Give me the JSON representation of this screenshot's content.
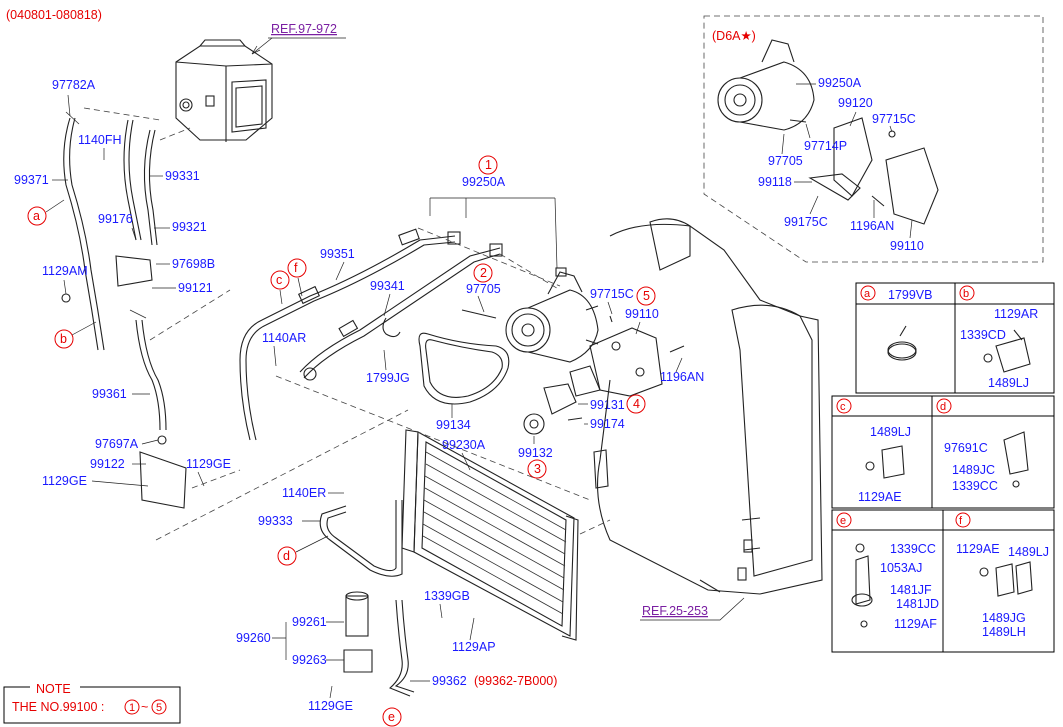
{
  "header": {
    "date_range": "(040801-080818)"
  },
  "refs": {
    "ref_top": "REF.97-972",
    "ref_bottom": "REF.25-253"
  },
  "labels": {
    "l97782A": "97782A",
    "l99371": "99371",
    "l1140FH": "1140FH",
    "l99331": "99331",
    "l99176": "99176",
    "l99321": "99321",
    "l97698B": "97698B",
    "l1129AM": "1129AM",
    "l99121": "99121",
    "l99361": "99361",
    "l97697A": "97697A",
    "l99122": "99122",
    "l1129GE_a": "1129GE",
    "l1129GE_b": "1129GE",
    "l99351": "99351",
    "l1140AR": "1140AR",
    "l99341": "99341",
    "l1799JG": "1799JG",
    "l99250A_main": "99250A",
    "l97705_main": "97705",
    "l97715C_main": "97715C",
    "l99110_main": "99110",
    "l1196AN_main": "1196AN",
    "l99131": "99131",
    "l99174": "99174",
    "l99132": "99132",
    "l99134": "99134",
    "l99230A": "99230A",
    "l1140ER": "1140ER",
    "l99333": "99333",
    "l99261": "99261",
    "l99260": "99260",
    "l99263": "99263",
    "l1339GB": "1339GB",
    "l1129AP": "1129AP",
    "l99362": "99362",
    "l99362_alt": "(99362-7B000)",
    "l1129GE_c": "1129GE"
  },
  "callouts": {
    "a": "a",
    "b": "b",
    "c": "c",
    "d": "d",
    "e": "e",
    "f": "f",
    "n1": "1",
    "n2": "2",
    "n3": "3",
    "n4": "4",
    "n5": "5"
  },
  "inset_d6a": {
    "title": "(D6A★)",
    "items": {
      "p99250A": "99250A",
      "p99120": "99120",
      "p97715C": "97715C",
      "p97714P": "97714P",
      "p97705": "97705",
      "p99118": "99118",
      "p99175C": "99175C",
      "p1196AN": "1196AN",
      "p99110": "99110"
    }
  },
  "detail_table": {
    "cells": [
      {
        "key": "a",
        "parts": [
          "1799VB"
        ]
      },
      {
        "key": "b",
        "parts": [
          "1129AR",
          "1339CD",
          "1489LJ"
        ]
      },
      {
        "key": "c",
        "parts": [
          "1489LJ",
          "1129AE"
        ]
      },
      {
        "key": "d",
        "parts": [
          "97691C",
          "1489JC",
          "1339CC"
        ]
      },
      {
        "key": "e",
        "parts": [
          "1339CC",
          "1053AJ",
          "1481JF",
          "1481JD",
          "1129AF"
        ]
      },
      {
        "key": "f",
        "parts": [
          "1129AE",
          "1489LJ",
          "1489JG",
          "1489LH"
        ]
      }
    ]
  },
  "note": {
    "title": "NOTE",
    "text": "THE NO.99100 :",
    "from": "1",
    "tilde": "~",
    "to": "5"
  }
}
